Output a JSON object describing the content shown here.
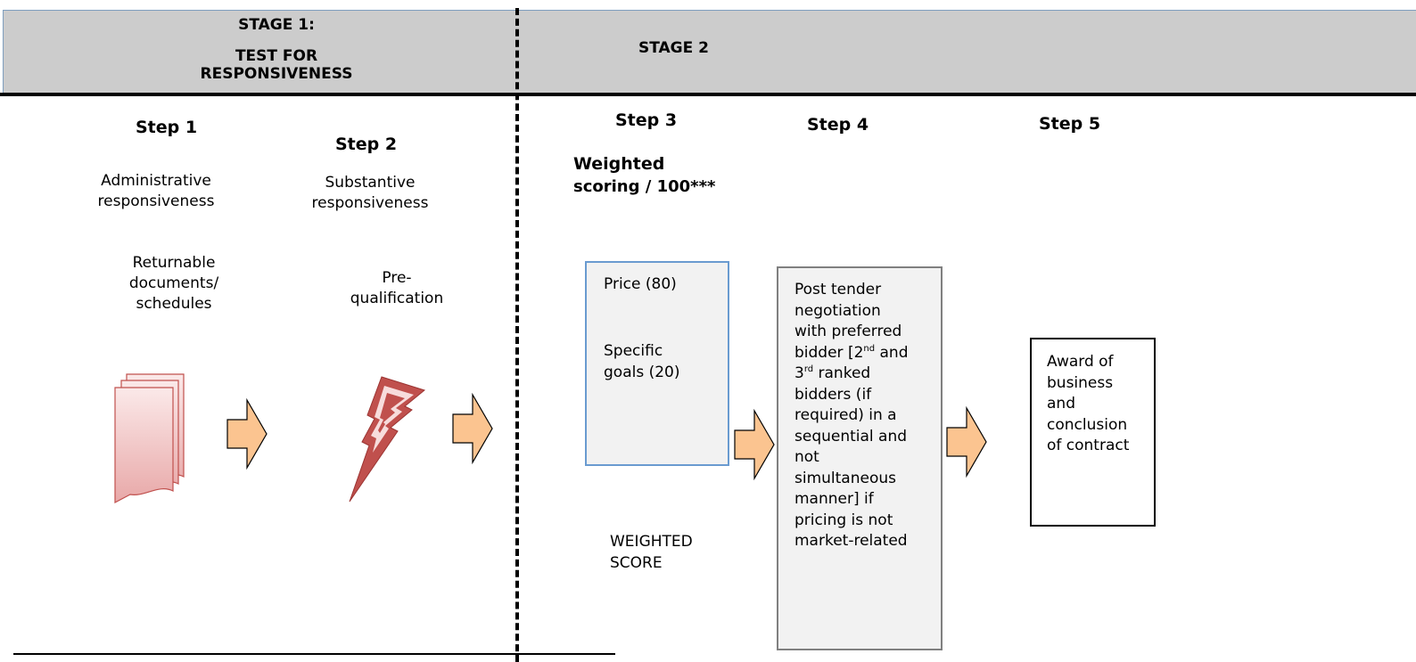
{
  "header": {
    "stage1_line1": "STAGE 1:",
    "stage1_line2": "TEST FOR",
    "stage1_line3": "RESPONSIVENESS",
    "stage2": "STAGE 2"
  },
  "steps": {
    "step1": {
      "title": "Step 1",
      "desc_line1": "Administrative",
      "desc_line2": "responsiveness",
      "item_line1": "Returnable",
      "item_line2": "documents/",
      "item_line3": "schedules",
      "icon": "documents-icon"
    },
    "step2": {
      "title": "Step 2",
      "desc_line1": "Substantive",
      "desc_line2": "responsiveness",
      "item_line1": "Pre-",
      "item_line2": "qualification",
      "icon": "lightning-bolt-icon"
    },
    "step3": {
      "title": "Step 3",
      "heading_line1": "Weighted",
      "heading_line2": "scoring / 100***",
      "price": "Price (80)",
      "goals_line1": "Specific",
      "goals_line2": "goals  (20)",
      "score_line1": "WEIGHTED",
      "score_line2": "SCORE"
    },
    "step4": {
      "title": "Step 4",
      "line1": "Post tender",
      "line2": "negotiation",
      "line3": "with preferred",
      "line4_a": "bidder [2",
      "line4_sup": "nd",
      "line4_b": " and",
      "line5_a": "3",
      "line5_sup": "rd",
      "line5_b": " ranked",
      "line6": "bidders (if",
      "line7": "required) in a",
      "line8": "sequential and",
      "line9": "not",
      "line10": "simultaneous",
      "line11": "manner] if",
      "line12": "pricing is not",
      "line13": "market-related"
    },
    "step5": {
      "title": "Step 5",
      "line1": "Award of",
      "line2": "business",
      "line3": "and",
      "line4": "conclusion",
      "line5": "of contract"
    }
  },
  "colors": {
    "header_band": "#cccccc",
    "arrow_fill": "#fbc490",
    "icon_red": "#c0504d",
    "blue_border": "#6a9bd0"
  }
}
